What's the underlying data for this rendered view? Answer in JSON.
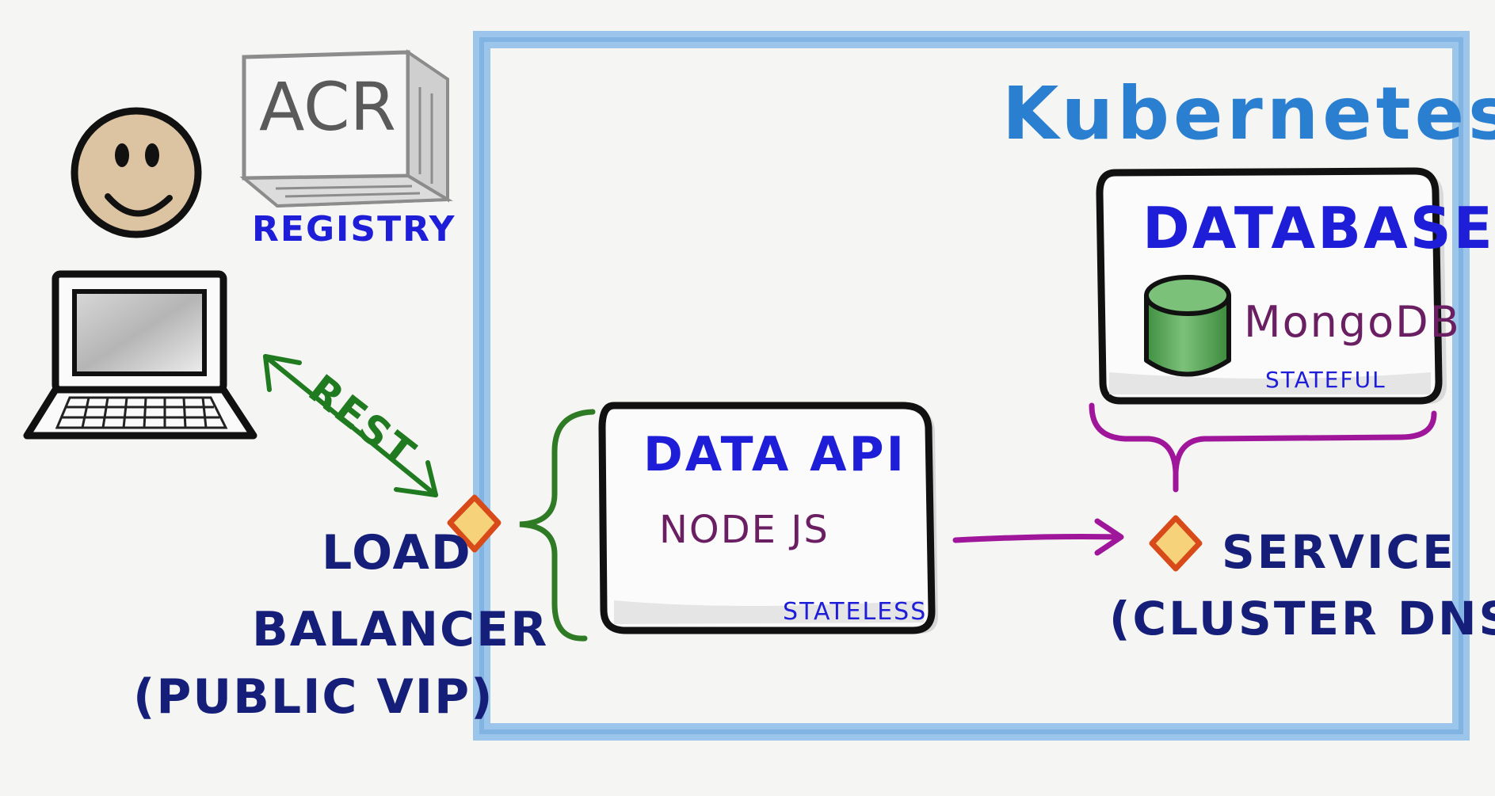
{
  "diagram": {
    "kubernetes_label": "Kubernetes",
    "registry": {
      "name": "ACR",
      "caption": "REGISTRY"
    },
    "connection": {
      "label": "REST"
    },
    "load_balancer": {
      "line1": "LOAD",
      "line2": "BALANCER",
      "line3": "(PUBLIC VIP)"
    },
    "data_api": {
      "title": "DATA API",
      "tech": "NODE JS",
      "state": "STATELESS"
    },
    "database": {
      "title": "DATABASE",
      "tech": "MongoDB",
      "state": "STATEFUL"
    },
    "service": {
      "line1": "SERVICE",
      "line2": "(CLUSTER DNS)"
    }
  },
  "colors": {
    "kubernetes_border": "#7fb3e3",
    "kubernetes_text": "#2a7fd0",
    "title_blue": "#1e1ed8",
    "navy": "#151f7a",
    "rest_green": "#207a20",
    "brace_green": "#2e7a25",
    "purple": "#a0169a",
    "mongo_green": "#5fb15f",
    "diamond_fill": "#f6d27a",
    "diamond_stroke": "#d84a1a",
    "face": "#dcc3a2"
  }
}
